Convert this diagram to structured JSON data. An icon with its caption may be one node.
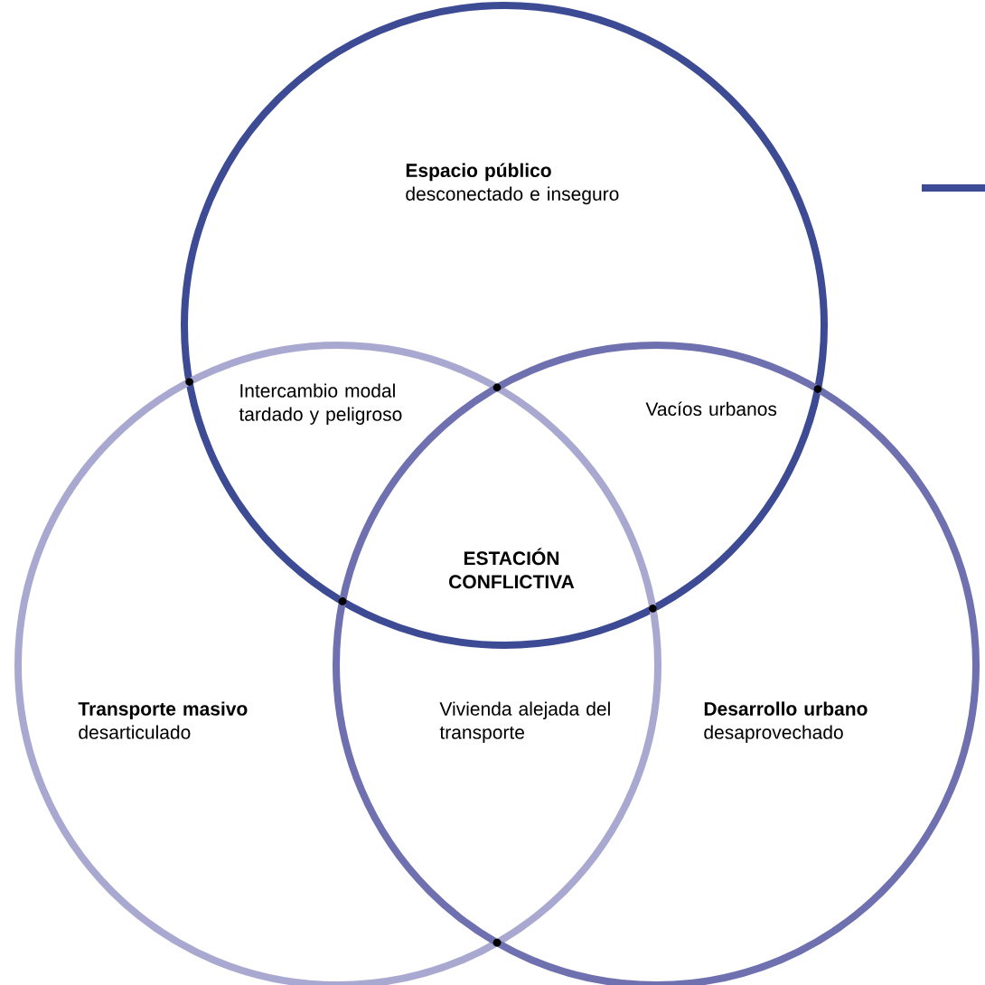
{
  "diagram": {
    "nodes": [
      {
        "text": [
          "Espacio público",
          "desconectado e inseguro"
        ]
      },
      {
        "text": [
          "Transporte masivo",
          "desarticulado"
        ]
      },
      {
        "text": [
          "Desarrollo urbano",
          "desaprovechado"
        ]
      }
    ],
    "labels": [
      "Intercambio modal tardado y peligroso",
      "Vacíos urbanos",
      "ESTACIÓN CONFLICTIVA",
      "Vivienda alejada del transporte"
    ]
  }
}
